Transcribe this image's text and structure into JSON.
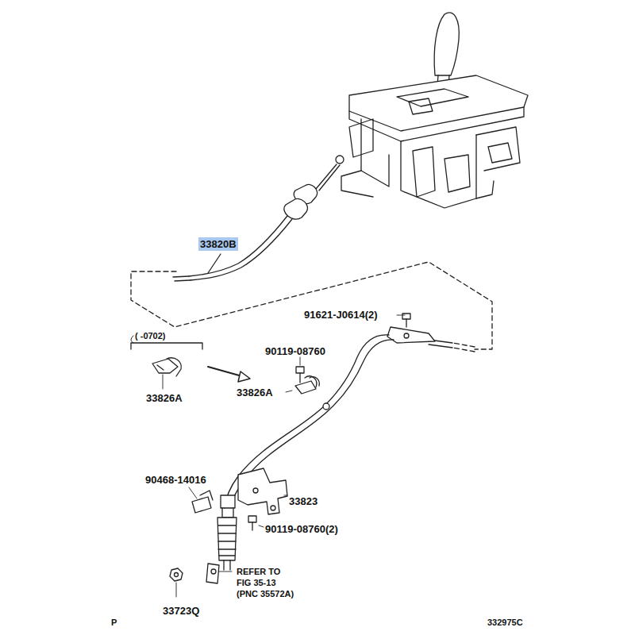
{
  "diagram": {
    "labels": [
      "33820B",
      "91621-J0614(2)",
      "( -0702)",
      "90119-08760",
      "33826A",
      "33826A",
      "90468-14016",
      "33823",
      "90119-08760(2)",
      "REFER TO",
      "FIG 35-13",
      "(PNC 35572A)",
      "33723Q",
      "P",
      "332975C"
    ]
  }
}
